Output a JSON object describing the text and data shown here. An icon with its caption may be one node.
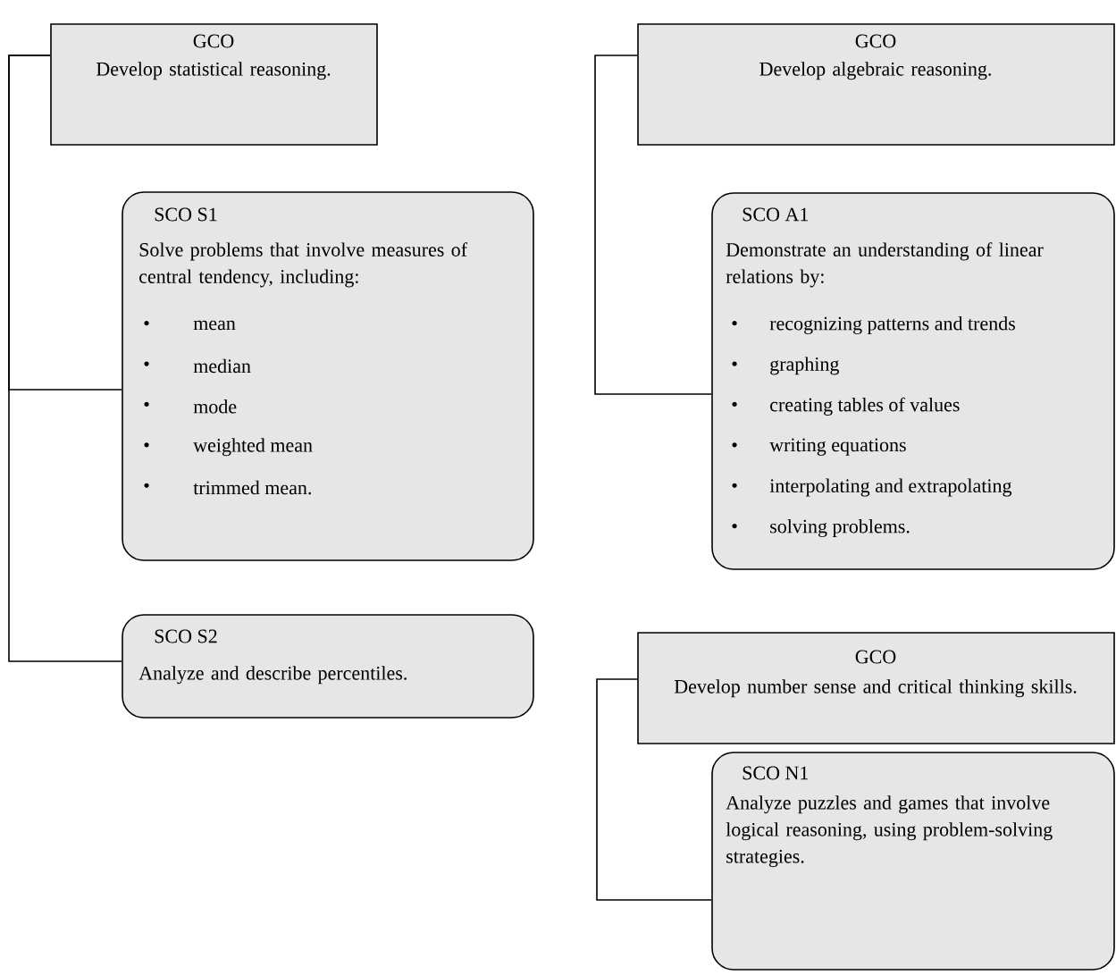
{
  "diagram": {
    "nodes": [
      {
        "text": [
          "GCO",
          "Develop statistical reasoning."
        ]
      },
      {
        "text": [
          "SCO S1",
          "Solve problems that involve measures of central tendency, including:",
          "mean",
          "median",
          "mode",
          "weighted mean",
          "trimmed mean."
        ]
      },
      {
        "text": [
          "SCO S2",
          "Analyze and describe percentiles."
        ]
      },
      {
        "text": [
          "GCO",
          "Develop algebraic reasoning."
        ]
      },
      {
        "text": [
          "SCO A1",
          "Demonstrate an understanding of linear relations by:",
          "recognizing patterns and trends",
          "graphing",
          "creating tables of values",
          "writing equations",
          "interpolating and extrapolating",
          "solving problems."
        ]
      },
      {
        "text": [
          "GCO",
          "Develop number sense and critical thinking skills."
        ]
      },
      {
        "text": [
          "SCO N1",
          "Analyze puzzles and games that involve logical reasoning, using problem-solving strategies."
        ]
      }
    ],
    "edges": [
      {
        "from": 0,
        "to": 1,
        "arrow": "none"
      },
      {
        "from": 0,
        "to": 2,
        "arrow": "none"
      },
      {
        "from": 3,
        "to": 4,
        "arrow": "none"
      },
      {
        "from": 5,
        "to": 6,
        "arrow": "none"
      }
    ],
    "labels": [
      "•",
      "•",
      "•",
      "•",
      "•",
      "•",
      "•",
      "•",
      "•",
      "•",
      "•"
    ]
  }
}
